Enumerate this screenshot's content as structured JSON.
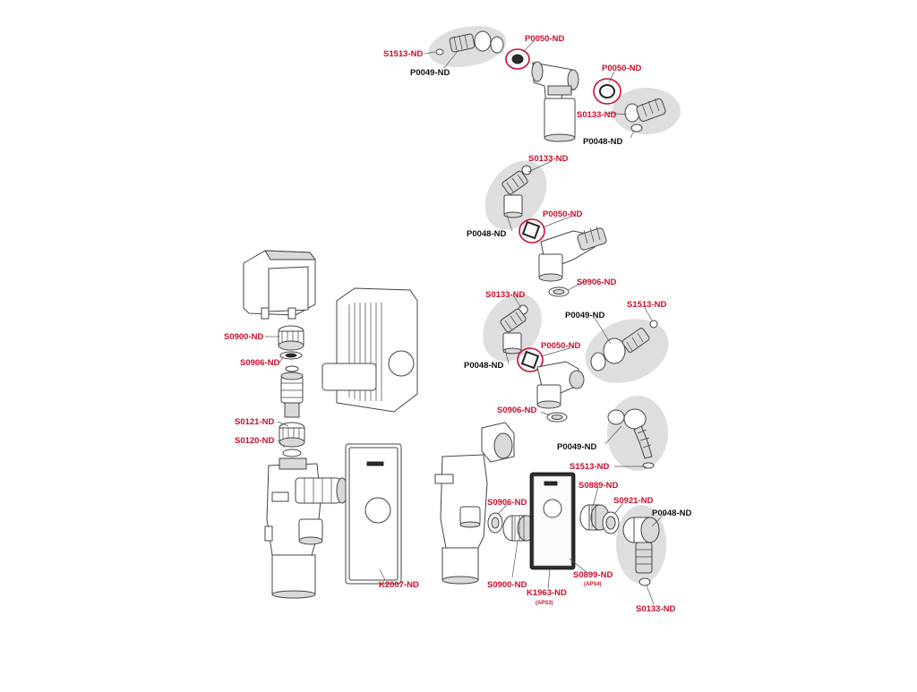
{
  "colors": {
    "accent_label": "#c8102e",
    "code_label": "#111111",
    "highlight_blob": "#dedede"
  },
  "labels": {
    "s1513_top": "S1513-ND",
    "p0049_top": "P0049-ND",
    "p0050_top": "P0050-ND",
    "p0050_right": "P0050-ND",
    "s0133_top": "S0133-ND",
    "p0048_top": "P0048-ND",
    "s0133_mid": "S0133-ND",
    "p0048_mid": "P0048-ND",
    "p0050_mid": "P0050-ND",
    "s0906_mid": "S0906-ND",
    "s0133_low": "S0133-ND",
    "p0049_low": "P0049-ND",
    "s1513_low": "S1513-ND",
    "p0048_low": "P0048-ND",
    "p0050_low": "P0050-ND",
    "s0906_low": "S0906-ND",
    "p0049_bot": "P0049-ND",
    "s1513_bot": "S1513-ND",
    "s0900_left": "S0900-ND",
    "s0906_left": "S0906-ND",
    "s0121_left": "S0121-ND",
    "s0120_left": "S0120-ND",
    "k2007": "K2007-ND",
    "s0906_center": "S0906-ND",
    "s0900_center": "S0900-ND",
    "s0889": "S0889-ND",
    "s0921": "S0921-ND",
    "p0048_bot": "P0048-ND",
    "s0899": "S0899-ND",
    "aps4": "(APS4)",
    "k1963": "K1963-ND",
    "aps3": "(APS3)",
    "s0133_bot": "S0133-ND"
  }
}
